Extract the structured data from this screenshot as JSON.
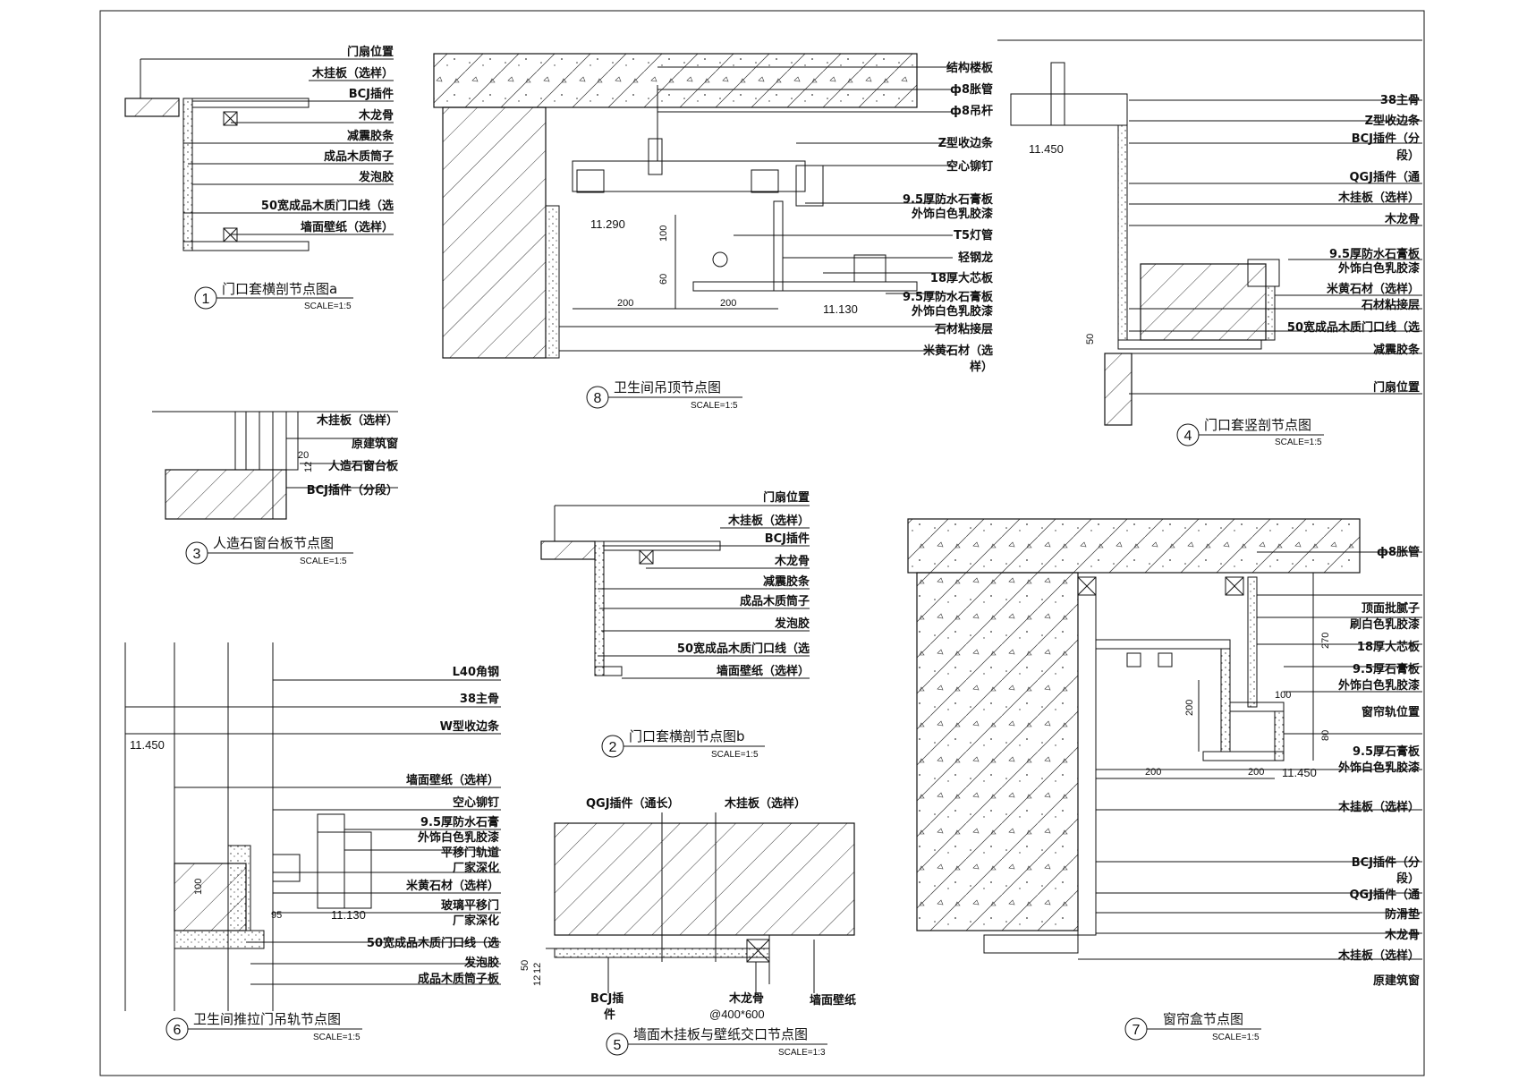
{
  "watermark": "",
  "details": [
    {
      "id": "d1",
      "number": "1",
      "title": "门口套横剖节点图a",
      "scale": "SCALE=1:5",
      "labels": [
        "门扇位置",
        "木挂板（选样）",
        "BCJ插件",
        "木龙骨",
        "减震胶条",
        "成品木质筒子",
        "发泡胶",
        "50宽成品木质门口线（选",
        "墙面壁纸（选样）"
      ]
    },
    {
      "id": "d8",
      "number": "8",
      "title": "卫生间吊顶节点图",
      "scale": "SCALE=1:5",
      "labels": [
        "结构楼板",
        "ф8胀管",
        "ф8吊杆",
        "Z型收边条",
        "空心铆钉",
        "9.5厚防水石膏板",
        "外饰白色乳胶漆",
        "T5灯管",
        "轻钢龙",
        "18厚大芯板",
        "9.5厚防水石膏板",
        "外饰白色乳胶漆",
        "石材粘接层",
        "米黄石材（选",
        "样）"
      ],
      "elevations": [
        "11.290",
        "11.130"
      ],
      "dims": [
        "100",
        "60",
        "200",
        "200"
      ]
    },
    {
      "id": "d4",
      "number": "4",
      "title": "门口套竖剖节点图",
      "scale": "SCALE=1:5",
      "labels": [
        "38主骨",
        "Z型收边条",
        "BCJ插件（分",
        "段）",
        "QGJ插件（通",
        "木挂板（选样）",
        "木龙骨",
        "9.5厚防水石膏板",
        "外饰白色乳胶漆",
        "米黄石材（选样）",
        "石材粘接层",
        "50宽成品木质门口线（选",
        "减震胶条",
        "门扇位置"
      ],
      "elevations": [
        "11.450"
      ],
      "dims": [
        "50"
      ]
    },
    {
      "id": "d3",
      "number": "3",
      "title": "人造石窗台板节点图",
      "scale": "SCALE=1:5",
      "labels": [
        "木挂板（选样）",
        "原建筑窗",
        "人造石窗台板",
        "BCJ插件（分段）"
      ],
      "dims": [
        "20",
        "12"
      ]
    },
    {
      "id": "d2",
      "number": "2",
      "title": "门口套横剖节点图b",
      "scale": "SCALE=1:5",
      "labels": [
        "门扇位置",
        "木挂板（选样）",
        "BCJ插件",
        "木龙骨",
        "减震胶条",
        "成品木质筒子",
        "发泡胶",
        "50宽成品木质门口线（选",
        "墙面壁纸（选样）"
      ]
    },
    {
      "id": "d7",
      "number": "7",
      "title": "窗帘盒节点图",
      "scale": "SCALE=1:5",
      "labels": [
        "ф8胀管",
        "顶面批腻子",
        "刷白色乳胶漆",
        "18厚大芯板",
        "9.5厚石膏板",
        "外饰白色乳胶漆",
        "窗帘轨位置",
        "9.5厚石膏板",
        "外饰白色乳胶漆",
        "木挂板（选样）",
        "BCJ插件（分",
        "段）",
        "QGJ插件（通",
        "防滑垫",
        "木龙骨",
        "木挂板（选样）",
        "原建筑窗"
      ],
      "elevations": [
        "11.450"
      ],
      "dims": [
        "270",
        "100",
        "80",
        "200",
        "200",
        "200"
      ]
    },
    {
      "id": "d6",
      "number": "6",
      "title": "卫生间推拉门吊轨节点图",
      "scale": "SCALE=1:5",
      "labels": [
        "L40角钢",
        "38主骨",
        "W型收边条",
        "墙面壁纸（选样）",
        "空心铆钉",
        "9.5厚防水石膏",
        "外饰白色乳胶漆",
        "平移门轨道",
        "厂家深化",
        "米黄石材（选样）",
        "玻璃平移门",
        "厂家深化",
        "50宽成品木质门口线（选",
        "发泡胶",
        "成品木质筒子板"
      ],
      "elevations": [
        "11.450",
        "11.130"
      ],
      "dims": [
        "100",
        "95"
      ]
    },
    {
      "id": "d5",
      "number": "5",
      "title": "墙面木挂板与壁纸交口节点图",
      "scale": "SCALE=1:3",
      "labels": [
        "QGJ插件（通长）",
        "木挂板（选样）",
        "BCJ插",
        "件",
        "木龙骨",
        "@400*600",
        "墙面壁纸"
      ],
      "dims": [
        "50",
        "12",
        "12"
      ]
    }
  ]
}
